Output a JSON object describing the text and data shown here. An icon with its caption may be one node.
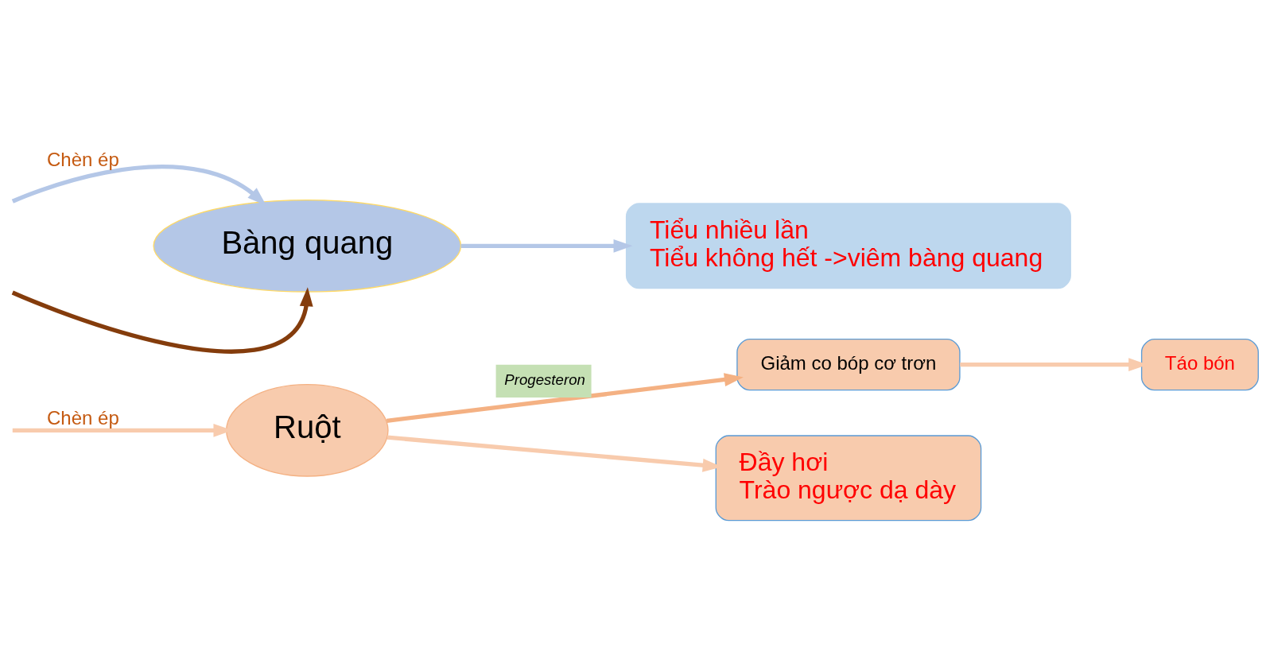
{
  "diagram": {
    "nodes": [
      {
        "text": [
          "Ruột"
        ]
      },
      {
        "text": [
          "Giảm co bóp cơ trơn"
        ]
      },
      {
        "text": [
          "Táo bón"
        ]
      },
      {
        "text": [
          "Đầy hơi",
          "Trào ngược dạ dày"
        ]
      },
      {
        "text": [
          "Bàng quang"
        ]
      },
      {
        "text": [
          "Tiểu nhiều lần",
          "Tiểu không hết ->viêm bàng quang"
        ]
      }
    ],
    "edges": [
      {
        "from": null,
        "to": 0,
        "arrow": "to",
        "label": "Chèn ép",
        "color": "#f8cbad"
      },
      {
        "from": 0,
        "to": 1,
        "arrow": "to",
        "label": "Progesteron",
        "color": "#f4b183"
      },
      {
        "from": 1,
        "to": 2,
        "arrow": "to",
        "color": "#f8cbad"
      },
      {
        "from": 0,
        "to": 3,
        "arrow": "to",
        "color": "#f8cbad"
      },
      {
        "from": null,
        "to": 4,
        "arrow": "to",
        "color": "#843c0c"
      },
      {
        "from": null,
        "to": 4,
        "arrow": "to",
        "label": "Chèn ép",
        "color": "#b4c7e7"
      },
      {
        "from": 4,
        "to": 5,
        "arrow": "to",
        "color": "#b4c7e7"
      }
    ]
  }
}
